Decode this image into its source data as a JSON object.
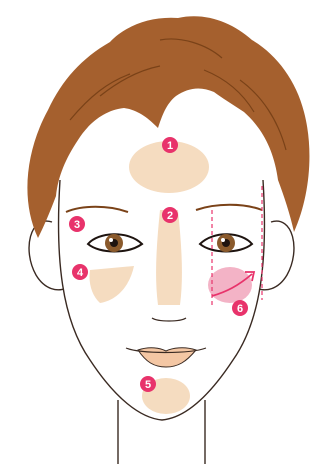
{
  "colors": {
    "hair": "#a5602e",
    "hair_dark": "#7a4218",
    "skin_outline": "#3a2a22",
    "highlight": "#f5dcc0",
    "blush": "#f3b3c6",
    "marker": "#e8336b",
    "iris": "#8a5a2c",
    "lips": "#f4c7a4"
  },
  "markers": [
    {
      "label": "1"
    },
    {
      "label": "2"
    },
    {
      "label": "3"
    },
    {
      "label": "4"
    },
    {
      "label": "5"
    },
    {
      "label": "6"
    }
  ]
}
